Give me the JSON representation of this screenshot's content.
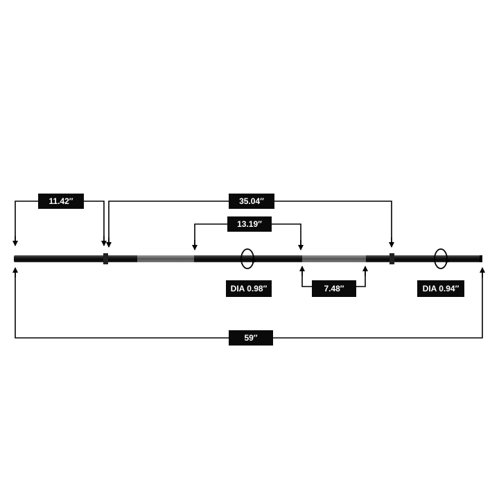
{
  "dimensions": {
    "collar_length": "11.42″",
    "inner_length": "35.04″",
    "grip_span": "13.19″",
    "knurl_length": "7.48″",
    "total_length": "59″",
    "shaft_diameter": "DIA 0.98″",
    "sleeve_diameter": "DIA 0.94″"
  },
  "colors": {
    "bar": "#111111",
    "label_bg": "#0a0a0a",
    "label_text": "#ffffff",
    "line": "#000000"
  }
}
